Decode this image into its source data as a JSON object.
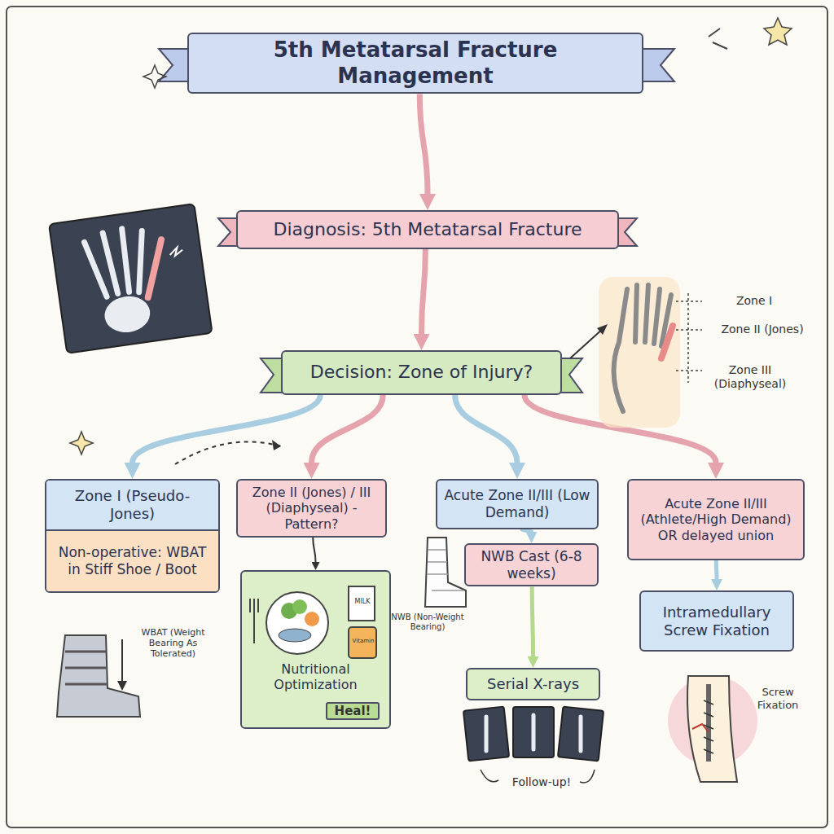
{
  "diagram": {
    "nodes": [
      {
        "text": [
          "5th Metatarsal Fracture Management"
        ]
      },
      {
        "text": [
          "Diagnosis: 5th Metatarsal Fracture"
        ]
      },
      {
        "text": [
          "Decision: Zone of Injury?"
        ]
      },
      {
        "text": [
          "Zone I (Pseudo-Jones)",
          "Non-operative: WBAT in Stiff Shoe / Boot"
        ]
      },
      {
        "text": [
          "Zone II (Jones) / III (Diaphyseal) - Pattern?"
        ]
      },
      {
        "text": [
          "Nutritional Optimization"
        ]
      },
      {
        "text": [
          "Acute Zone II/III (Low Demand)"
        ]
      },
      {
        "text": [
          "NWB Cast (6-8 weeks)"
        ]
      },
      {
        "text": [
          "Serial X-rays"
        ]
      },
      {
        "text": [
          "Acute Zone II/III (Athlete/High Demand) OR delayed union"
        ]
      },
      {
        "text": [
          "Intramedullary Screw Fixation"
        ]
      }
    ],
    "edges": [
      {
        "from": 0,
        "to": 1,
        "arrow": "to"
      },
      {
        "from": 1,
        "to": 2,
        "arrow": "to"
      },
      {
        "from": 2,
        "to": 3,
        "arrow": "to"
      },
      {
        "from": 2,
        "to": 4,
        "arrow": "to"
      },
      {
        "from": 2,
        "to": 6,
        "arrow": "to"
      },
      {
        "from": 2,
        "to": 9,
        "arrow": "to"
      },
      {
        "from": 4,
        "to": 5,
        "arrow": "to"
      },
      {
        "from": 6,
        "to": 7,
        "arrow": "to"
      },
      {
        "from": 7,
        "to": 8,
        "arrow": "to"
      },
      {
        "from": 9,
        "to": 10,
        "arrow": "to"
      }
    ],
    "labels": [
      "Zone I",
      "Zone II (Jones)",
      "Zone III (Diaphyseal)",
      "MILK",
      "Vitamin",
      "Heal!",
      "WBAT (Weight Bearing As Tolerated)",
      "NWB (Non-Weight Bearing)",
      "Follow-up!",
      "Screw Fixation"
    ]
  }
}
